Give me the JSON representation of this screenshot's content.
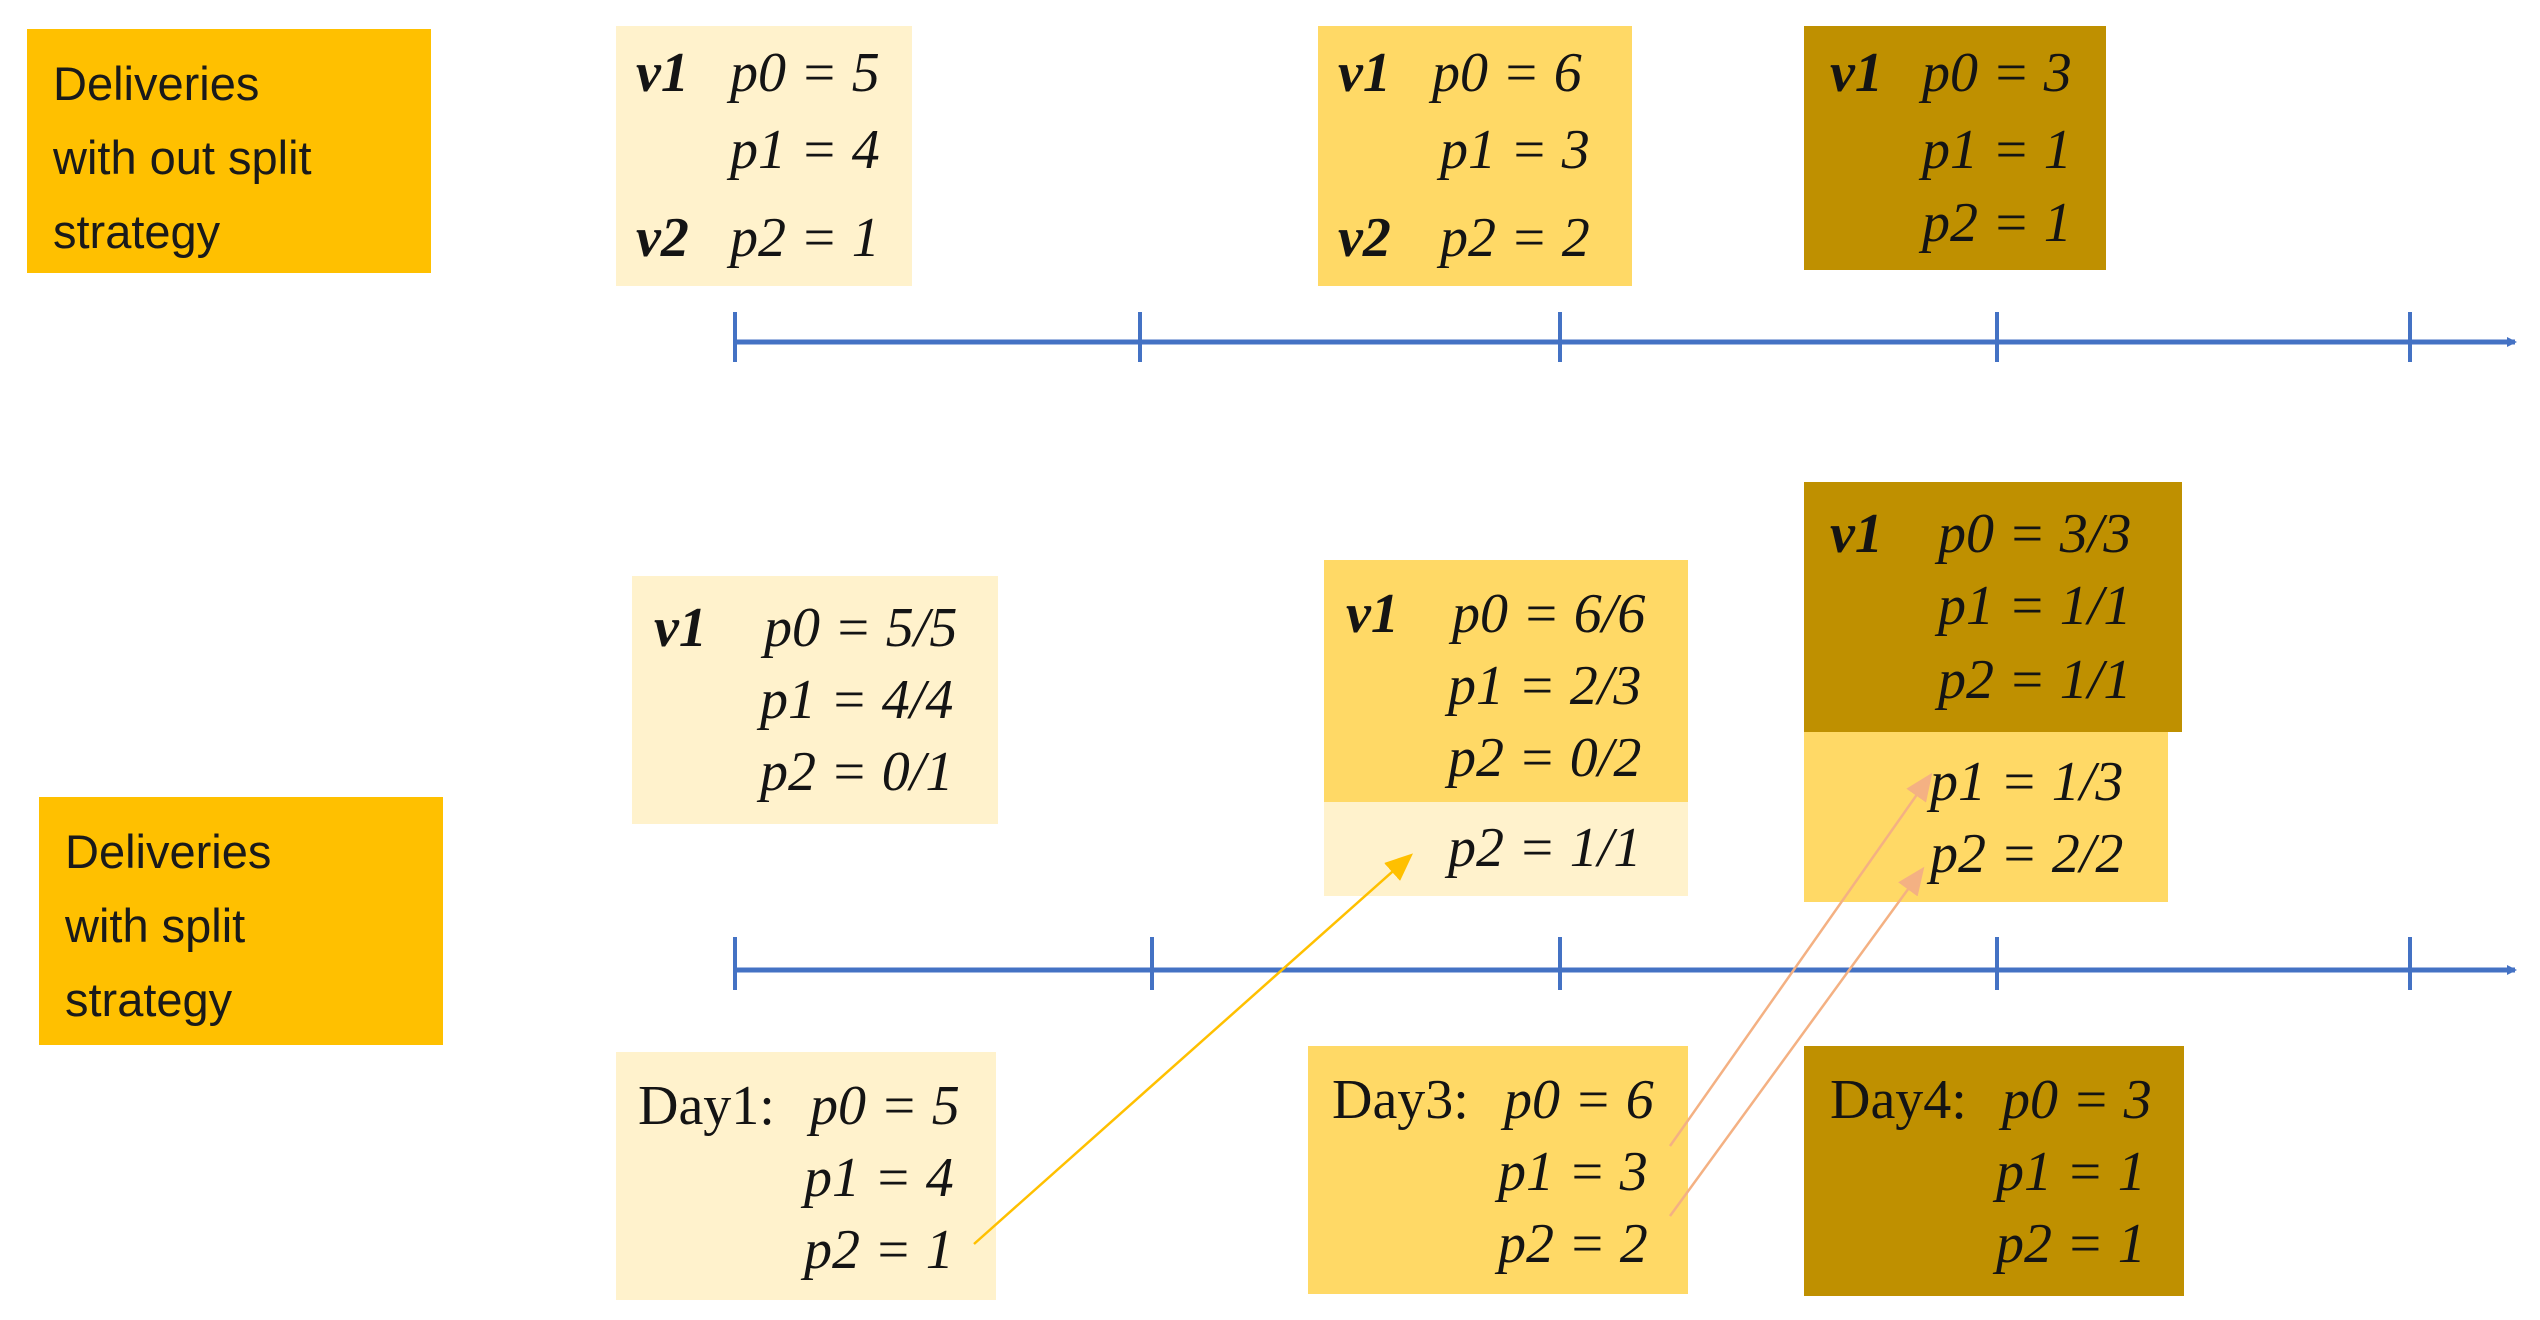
{
  "labels": {
    "without_split": [
      "Deliveries",
      "with out split",
      "strategy"
    ],
    "with_split": [
      "Deliveries",
      "with split",
      "strategy"
    ]
  },
  "top_row": [
    {
      "vehicles": [
        "v1",
        "v2"
      ],
      "lines": [
        "p0 = 5",
        "p1 = 4",
        "p2 = 1"
      ]
    },
    {
      "vehicles": [
        "v1",
        "v2"
      ],
      "lines": [
        "p0 = 6",
        "p1 = 3",
        "p2 = 2"
      ]
    },
    {
      "vehicles": [
        "v1"
      ],
      "lines": [
        "p0 = 3",
        "p1 = 1",
        "p2 = 1"
      ]
    }
  ],
  "split_row": [
    {
      "vehicle": "v1",
      "lines": [
        "p0 = 5/5",
        "p1 = 4/4",
        "p2 = 0/1"
      ]
    },
    {
      "vehicle": "v1",
      "lines": [
        "p0 = 6/6",
        "p1 = 2/3",
        "p2 = 0/2"
      ],
      "carry": [
        "p2 = 1/1"
      ]
    },
    {
      "vehicle": "v1",
      "lines": [
        "p0 = 3/3",
        "p1 = 1/1",
        "p2 = 1/1"
      ],
      "carry": [
        "p1 = 1/3",
        "p2 = 2/2"
      ]
    }
  ],
  "demand_row": [
    {
      "day": "Day1:",
      "lines": [
        "p0 = 5",
        "p1 = 4",
        "p2 = 1"
      ]
    },
    {
      "day": "Day3:",
      "lines": [
        "p0 = 6",
        "p1 = 3",
        "p2 = 2"
      ]
    },
    {
      "day": "Day4:",
      "lines": [
        "p0 = 3",
        "p1 = 1",
        "p2 = 1"
      ]
    }
  ],
  "colors": {
    "label": "#ffc000",
    "day_light": "#fff2cc",
    "day_mid": "#ffd966",
    "day_dark": "#bf9000",
    "timeline": "#4472c4",
    "arrow_yellow": "#ffc000",
    "arrow_orange": "#f4b183"
  }
}
